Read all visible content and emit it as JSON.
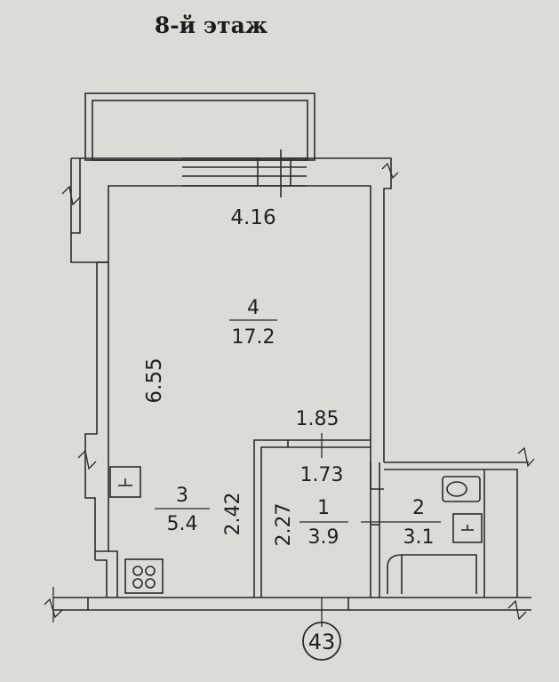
{
  "title": "8-й этаж",
  "dimensions": {
    "top_width": "4.16",
    "room_height": "6.55",
    "bath_top_outer": "1.85",
    "bath_top_inner": "1.73",
    "bath_side": "2.27",
    "kitchen_side": "2.42"
  },
  "rooms": [
    {
      "number": "4",
      "area": "17.2"
    },
    {
      "number": "3",
      "area": "5.4"
    },
    {
      "number": "1",
      "area": "3.9"
    },
    {
      "number": "2",
      "area": "3.1"
    }
  ],
  "axis": {
    "label": "43"
  },
  "colors": {
    "paper": "#dcdcd7",
    "ink": "#2a2a2a"
  },
  "icons": [
    "sink-icon",
    "stove-icon",
    "toilet-icon",
    "bathtub-icon"
  ]
}
